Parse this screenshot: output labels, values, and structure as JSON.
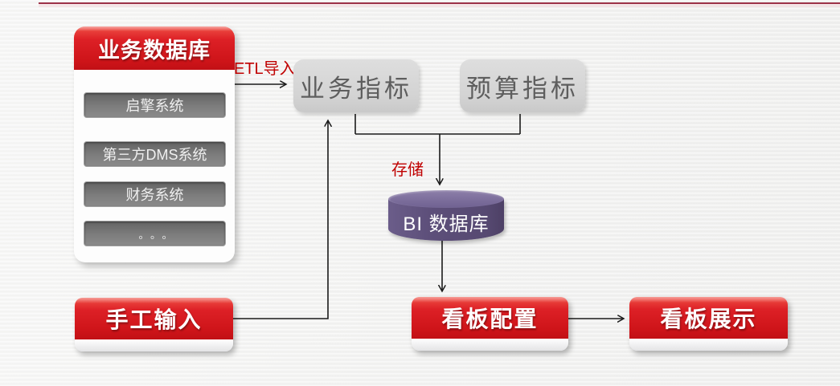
{
  "page": {
    "top_line_color": "#9c3248",
    "accent_red": "#d41a20",
    "label_red": "#c00000",
    "cylinder_purple": "#5d4f7a",
    "connector_color": "#1a1a1a"
  },
  "diagram": {
    "source_group": {
      "title": "业务数据库",
      "systems": [
        "启擎系统",
        "第三方DMS系统",
        "财务系统",
        "。。。"
      ]
    },
    "manual_input": {
      "label": "手工输入"
    },
    "indicators": {
      "business": {
        "label": "业务指标"
      },
      "budget": {
        "label": "预算指标"
      }
    },
    "database": {
      "label": "BI 数据库"
    },
    "board_config": {
      "label": "看板配置"
    },
    "board_display": {
      "label": "看板展示"
    },
    "edges": {
      "etl_label": "ETL导入",
      "store_label": "存储"
    }
  }
}
